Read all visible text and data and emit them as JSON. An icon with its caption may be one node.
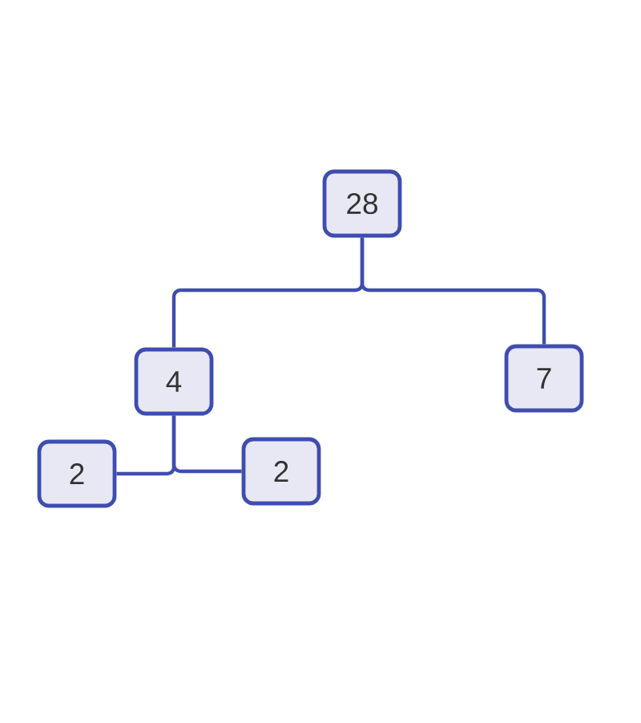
{
  "diagram": {
    "nodes": [
      {
        "text": [
          "28"
        ]
      },
      {
        "text": [
          "4"
        ]
      },
      {
        "text": [
          "7"
        ]
      },
      {
        "text": [
          "2"
        ]
      },
      {
        "text": [
          "2"
        ]
      }
    ],
    "edges": [
      {
        "from": 0,
        "to": 1,
        "arrow": "none"
      },
      {
        "from": 0,
        "to": 2,
        "arrow": "none"
      },
      {
        "from": 1,
        "to": 3,
        "arrow": "none"
      },
      {
        "from": 1,
        "to": 4,
        "arrow": "none"
      }
    ]
  }
}
